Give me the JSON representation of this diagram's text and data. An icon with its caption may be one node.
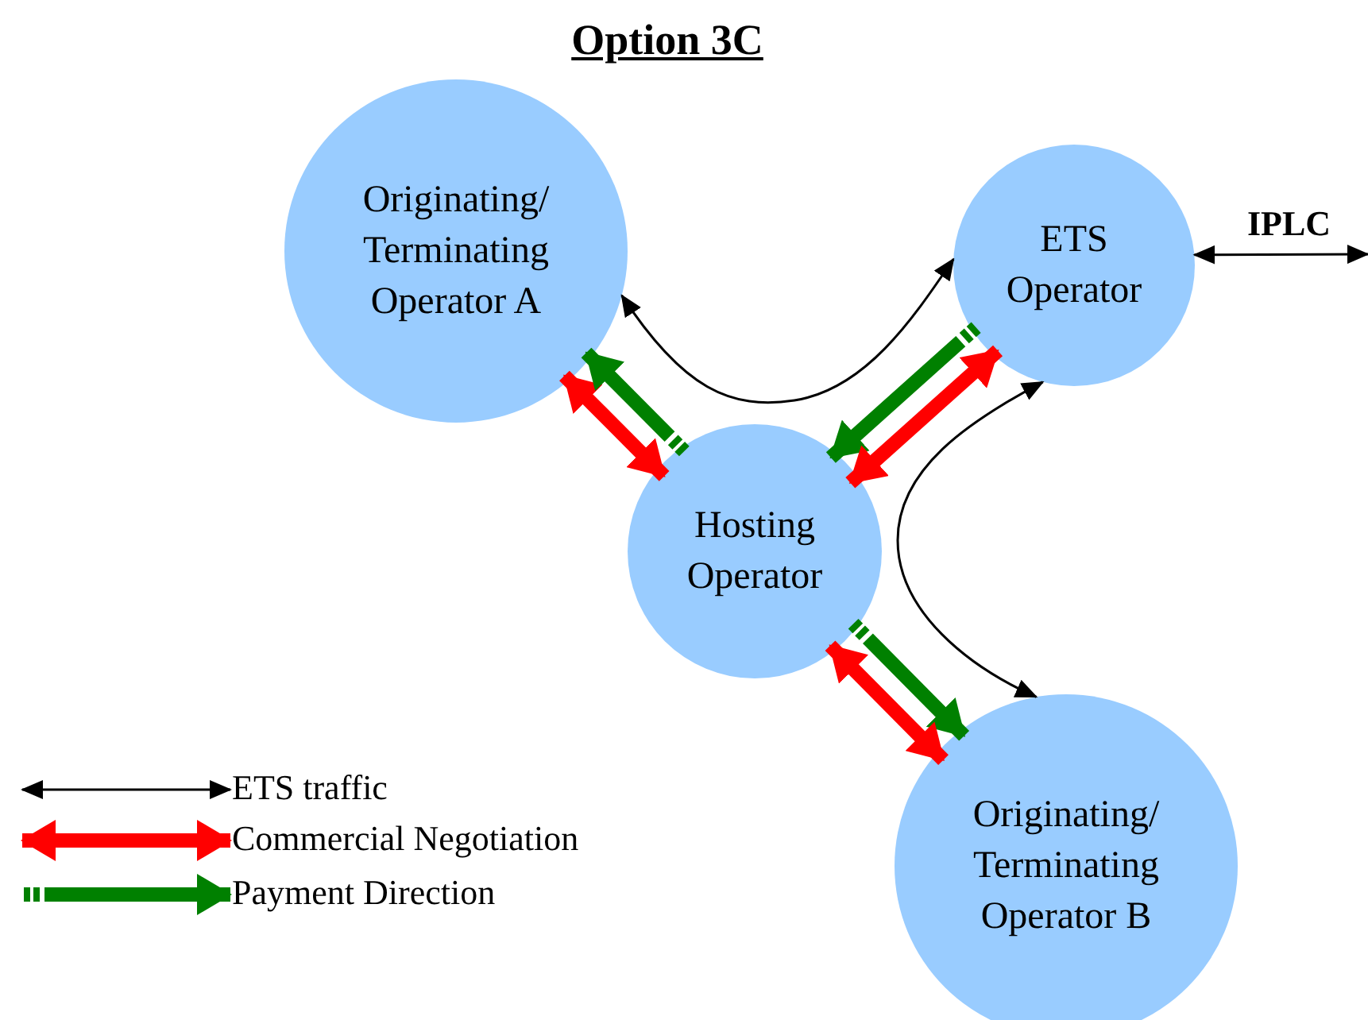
{
  "diagram": {
    "title": "Option 3C",
    "nodes": [
      {
        "text": [
          "Originating/ Terminating Operator A"
        ]
      },
      {
        "text": [
          "ETS Operator"
        ]
      },
      {
        "text": [
          "Hosting Operator"
        ]
      },
      {
        "text": [
          "Originating/ Terminating Operator B"
        ]
      }
    ],
    "edges": [
      {
        "from": 0,
        "to": 1,
        "arrow": "both"
      },
      {
        "from": 1,
        "to": 3,
        "arrow": "both"
      },
      {
        "from": 1,
        "to": null,
        "arrow": "both",
        "label": "IPLC"
      },
      {
        "from": 0,
        "to": 2,
        "arrow": "both",
        "color": "#ff0000"
      },
      {
        "from": 2,
        "to": 0,
        "arrow": "to",
        "color": "#008000"
      },
      {
        "from": 1,
        "to": 2,
        "arrow": "to",
        "color": "#008000"
      },
      {
        "from": 1,
        "to": 2,
        "arrow": "both",
        "color": "#ff0000"
      },
      {
        "from": 2,
        "to": 3,
        "arrow": "to",
        "color": "#008000"
      },
      {
        "from": 2,
        "to": 3,
        "arrow": "both",
        "color": "#ff0000"
      }
    ],
    "legend": [
      {
        "text": "ETS traffic"
      },
      {
        "text": "Commercial Negotiation"
      },
      {
        "text": "Payment Direction"
      }
    ]
  }
}
